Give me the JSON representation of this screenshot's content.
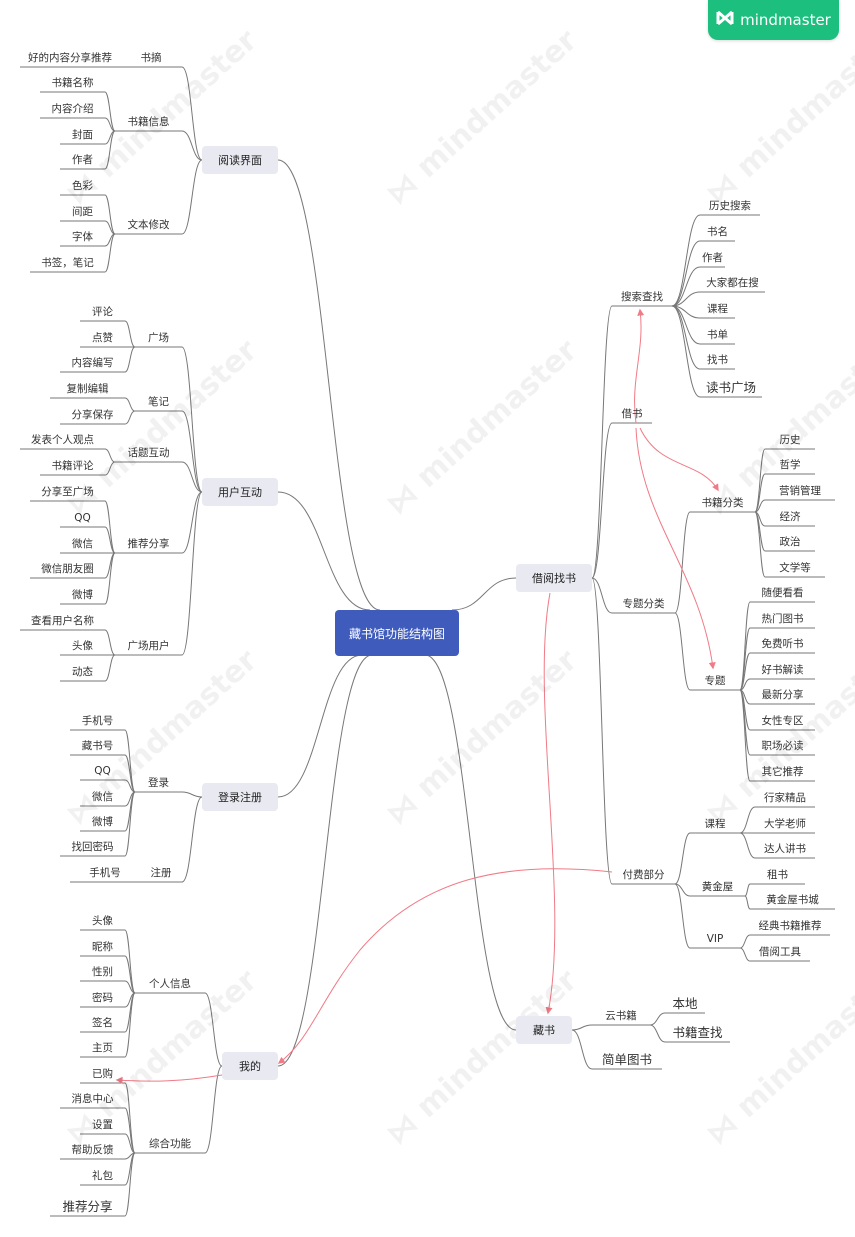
{
  "logo": {
    "text": "mindmaster",
    "icon": "mindmaster-logo-icon",
    "color": "#1dbf7e"
  },
  "watermark": "mindmaster",
  "colors": {
    "root": "#3f5cbd",
    "box": "#e8e9f1",
    "line": "#777777",
    "relation": "#f07a86"
  },
  "root": {
    "label": "藏书馆功能结构图"
  },
  "branches": [
    {
      "label": "阅读界面",
      "children": [
        {
          "label": "书摘",
          "children": [
            {
              "label": "好的内容分享推荐"
            }
          ]
        },
        {
          "label": "书籍信息",
          "children": [
            {
              "label": "书籍名称"
            },
            {
              "label": "内容介绍"
            },
            {
              "label": "封面"
            },
            {
              "label": "作者"
            }
          ]
        },
        {
          "label": "文本修改",
          "children": [
            {
              "label": "色彩"
            },
            {
              "label": "间距"
            },
            {
              "label": "字体"
            },
            {
              "label": "书签，笔记"
            }
          ]
        }
      ]
    },
    {
      "label": "用户互动",
      "children": [
        {
          "label": "广场",
          "children": [
            {
              "label": "评论"
            },
            {
              "label": "点赞"
            },
            {
              "label": "内容编写"
            }
          ]
        },
        {
          "label": "笔记",
          "children": [
            {
              "label": "复制编辑"
            },
            {
              "label": "分享保存"
            }
          ]
        },
        {
          "label": "话题互动",
          "children": [
            {
              "label": "发表个人观点"
            },
            {
              "label": "书籍评论"
            }
          ]
        },
        {
          "label": "推荐分享",
          "children": [
            {
              "label": "分享至广场"
            },
            {
              "label": "QQ"
            },
            {
              "label": "微信"
            },
            {
              "label": "微信朋友圈"
            },
            {
              "label": "微博"
            }
          ]
        },
        {
          "label": "广场用户",
          "children": [
            {
              "label": "查看用户名称"
            },
            {
              "label": "头像"
            },
            {
              "label": "动态"
            }
          ]
        }
      ]
    },
    {
      "label": "登录注册",
      "children": [
        {
          "label": "登录",
          "children": [
            {
              "label": "手机号"
            },
            {
              "label": "藏书号"
            },
            {
              "label": "QQ"
            },
            {
              "label": "微信"
            },
            {
              "label": "微博"
            },
            {
              "label": "找回密码"
            }
          ]
        },
        {
          "label": "注册",
          "children": [
            {
              "label": "手机号"
            }
          ]
        }
      ]
    },
    {
      "label": "我的",
      "children": [
        {
          "label": "个人信息",
          "children": [
            {
              "label": "头像"
            },
            {
              "label": "昵称"
            },
            {
              "label": "性别"
            },
            {
              "label": "密码"
            },
            {
              "label": "签名"
            },
            {
              "label": "主页"
            }
          ]
        },
        {
          "label": "综合功能",
          "children": [
            {
              "label": "已购"
            },
            {
              "label": "消息中心"
            },
            {
              "label": "设置"
            },
            {
              "label": "帮助反馈"
            },
            {
              "label": "礼包"
            },
            {
              "label": "推荐分享"
            }
          ]
        }
      ]
    },
    {
      "label": "借阅找书",
      "children": [
        {
          "label": "搜索查找",
          "children": [
            {
              "label": "历史搜索"
            },
            {
              "label": "书名"
            },
            {
              "label": "作者"
            },
            {
              "label": "大家都在搜"
            },
            {
              "label": "课程"
            },
            {
              "label": "书单"
            },
            {
              "label": "找书"
            },
            {
              "label": "读书广场"
            }
          ]
        },
        {
          "label": "借书",
          "children": []
        },
        {
          "label": "专题分类",
          "children": [
            {
              "label": "书籍分类",
              "children": [
                {
                  "label": "历史"
                },
                {
                  "label": "哲学"
                },
                {
                  "label": "营销管理"
                },
                {
                  "label": "经济"
                },
                {
                  "label": "政治"
                },
                {
                  "label": "文学等"
                }
              ]
            },
            {
              "label": "专题",
              "children": [
                {
                  "label": "随便看看"
                },
                {
                  "label": "热门图书"
                },
                {
                  "label": "免费听书"
                },
                {
                  "label": "好书解读"
                },
                {
                  "label": "最新分享"
                },
                {
                  "label": "女性专区"
                },
                {
                  "label": "职场必读"
                },
                {
                  "label": "其它推荐"
                }
              ]
            }
          ]
        },
        {
          "label": "付费部分",
          "children": [
            {
              "label": "课程",
              "children": [
                {
                  "label": "行家精品"
                },
                {
                  "label": "大学老师"
                },
                {
                  "label": "达人讲书"
                }
              ]
            },
            {
              "label": "黄金屋",
              "children": [
                {
                  "label": "租书"
                },
                {
                  "label": "黄金屋书城"
                }
              ]
            },
            {
              "label": "VIP",
              "children": [
                {
                  "label": "经典书籍推荐"
                },
                {
                  "label": "借阅工具"
                }
              ]
            }
          ]
        }
      ]
    },
    {
      "label": "藏书",
      "children": [
        {
          "label": "云书籍",
          "children": [
            {
              "label": "本地"
            },
            {
              "label": "书籍查找"
            }
          ]
        },
        {
          "label": "简单图书",
          "children": []
        }
      ]
    }
  ]
}
